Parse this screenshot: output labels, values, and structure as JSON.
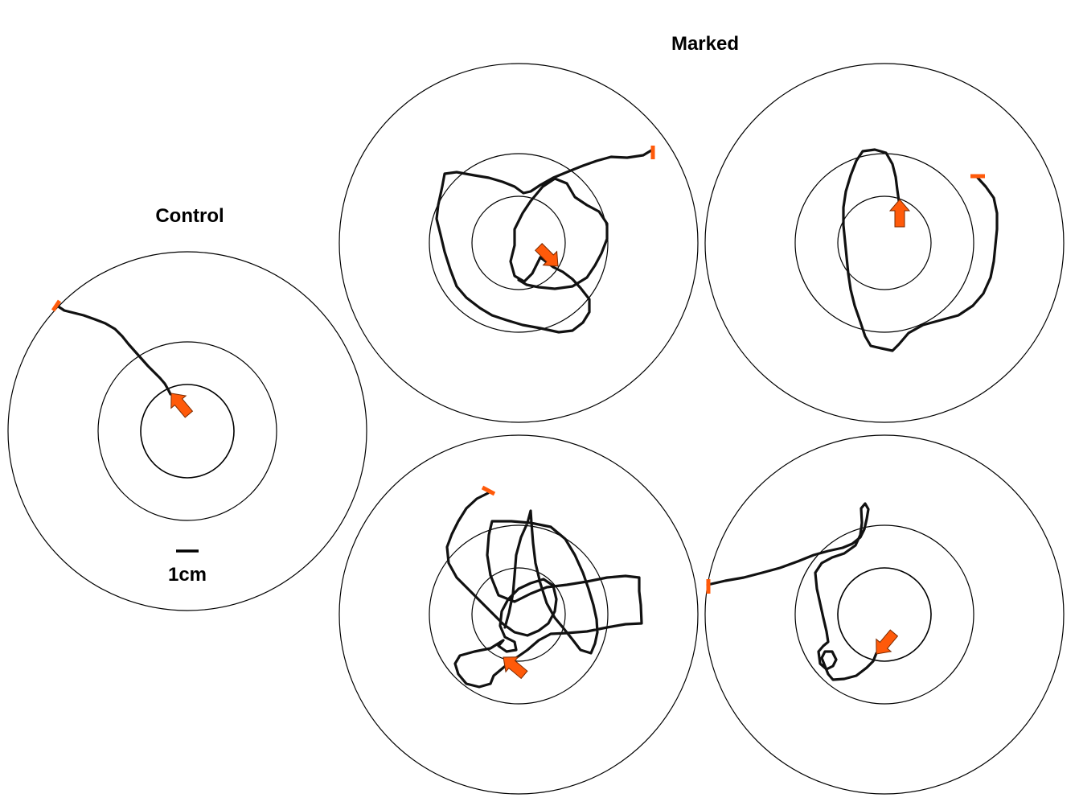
{
  "labels": {
    "control": "Control",
    "marked": "Marked",
    "scale": "1cm"
  },
  "colors": {
    "line": "#111111",
    "marker": "#ff5a0a",
    "ring": "#000000"
  },
  "arenas": [
    {
      "group": "Control",
      "track": "control-track"
    },
    {
      "group": "Marked",
      "track": "marked-track-1"
    },
    {
      "group": "Marked",
      "track": "marked-track-2"
    },
    {
      "group": "Marked",
      "track": "marked-track-3"
    },
    {
      "group": "Marked",
      "track": "marked-track-4"
    }
  ]
}
